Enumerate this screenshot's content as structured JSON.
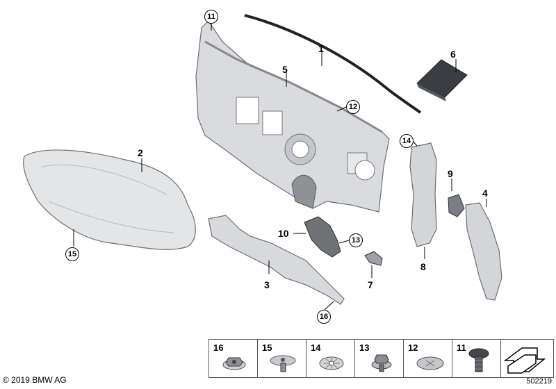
{
  "callouts": {
    "c1": "1",
    "c2": "2",
    "c3": "3",
    "c4": "4",
    "c5": "5",
    "c6": "6",
    "c7": "7",
    "c8": "8",
    "c9": "9",
    "c10": "10",
    "c11": "11",
    "c12": "12",
    "c13": "13",
    "c14": "14",
    "c15": "15",
    "c16": "16"
  },
  "legend": {
    "items": [
      "16",
      "15",
      "14",
      "13",
      "12",
      "11"
    ]
  },
  "footer": {
    "copyright": "© 2019 BMW AG",
    "diagram_id": "502219"
  }
}
